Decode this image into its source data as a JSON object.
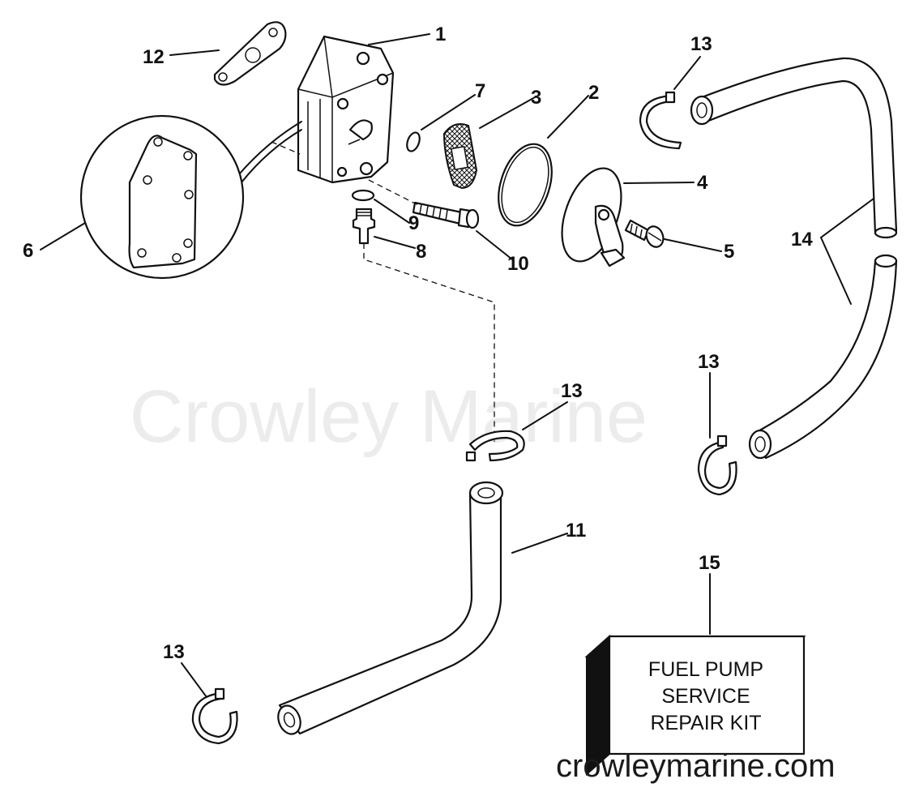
{
  "watermark": {
    "brand": "Crowley Marine",
    "url": "crowleymarine.com"
  },
  "callouts": {
    "c1": "1",
    "c2": "2",
    "c3": "3",
    "c4": "4",
    "c5": "5",
    "c6": "6",
    "c7": "7",
    "c8": "8",
    "c9": "9",
    "c10": "10",
    "c11": "11",
    "c12": "12",
    "c13a": "13",
    "c13b": "13",
    "c13c": "13",
    "c13d": "13",
    "c14": "14",
    "c15": "15"
  },
  "kit_box": {
    "line1": "FUEL PUMP",
    "line2": "SERVICE",
    "line3": "REPAIR KIT"
  }
}
